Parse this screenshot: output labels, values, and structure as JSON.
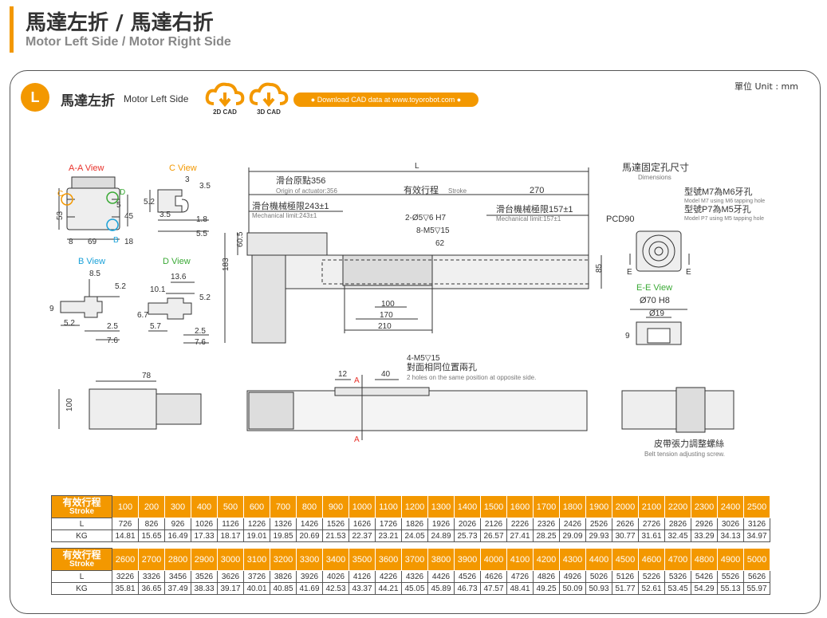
{
  "header": {
    "title_zh": "馬達左折 / 馬達右折",
    "title_en": "Motor Left Side / Motor Right Side"
  },
  "section": {
    "badge": "L",
    "title_zh": "馬達左折",
    "title_en": "Motor Left Side",
    "cad2d": "2D CAD",
    "cad3d": "3D CAD",
    "download": "● Download CAD data at www.toyorobot.com ●",
    "unit": "單位 Unit : mm"
  },
  "views": {
    "aa": "A-A View",
    "c": "C View",
    "b": "B View",
    "d": "D View",
    "ee": "E-E View",
    "dims_zh": "馬達固定孔尺寸",
    "dims_en": "Dimensions",
    "m7_zh": "型號M7為M6牙孔",
    "m7_en": "Model M7 using M6 tapping hole",
    "p7_zh": "型號P7為M5牙孔",
    "p7_en": "Model P7 using M5 tapping hole",
    "pcd": "PCD90",
    "phi70": "Ø70 H8",
    "phi19": "Ø19",
    "belt_zh": "皮帶張力調整螺絲",
    "belt_en": "Belt tension adjusting screw."
  },
  "main_dims": {
    "L": "L",
    "origin_zh": "滑台原點356",
    "origin_en": "Origin of actuator:356",
    "stroke_zh": "有效行程",
    "stroke_en": "Stroke",
    "d270": "270",
    "mech_left_zh": "滑台機械極限243±1",
    "mech_left_en": "Mechanical limit:243±1",
    "mech_right_zh": "滑台機械極限157±1",
    "mech_right_en": "Mechanical limit:157±1",
    "hole1": "2-Ø5▽6 H7",
    "hole2": "8-M5▽15",
    "d62": "62",
    "d100": "100",
    "d170": "170",
    "d210": "210",
    "d60_5": "60.5",
    "d183": "183",
    "d85": "85",
    "m5_2": "4-M5▽15",
    "opp_zh": "對面相同位置兩孔",
    "opp_en": "2 holes on the same position at opposite side.",
    "d12": "12",
    "d40": "40",
    "d78": "78",
    "d100b": "100",
    "a": "A",
    "e": "E",
    "d9": "9"
  },
  "small_dims": {
    "aa": [
      "53",
      "8",
      "69",
      "5",
      "45",
      "18"
    ],
    "c": [
      "3",
      "3.5",
      "5.2",
      "3.5",
      "1.8",
      "5.5"
    ],
    "b": [
      "8.5",
      "5.2",
      "9",
      "5.2",
      "2.5",
      "7.6"
    ],
    "d": [
      "13.6",
      "10.1",
      "5.2",
      "6.7",
      "5.7",
      "2.5",
      "7.6"
    ],
    "c_lbl": "C",
    "d_lbl": "D",
    "b_lbl": "B"
  },
  "spec_table": {
    "stroke_zh": "有效行程",
    "stroke_en": "Stroke",
    "row_L": "L",
    "row_KG": "KG",
    "block1": {
      "strokes": [
        "100",
        "200",
        "300",
        "400",
        "500",
        "600",
        "700",
        "800",
        "900",
        "1000",
        "1100",
        "1200",
        "1300",
        "1400",
        "1500",
        "1600",
        "1700",
        "1800",
        "1900",
        "2000",
        "2100",
        "2200",
        "2300",
        "2400",
        "2500"
      ],
      "L": [
        "726",
        "826",
        "926",
        "1026",
        "1126",
        "1226",
        "1326",
        "1426",
        "1526",
        "1626",
        "1726",
        "1826",
        "1926",
        "2026",
        "2126",
        "2226",
        "2326",
        "2426",
        "2526",
        "2626",
        "2726",
        "2826",
        "2926",
        "3026",
        "3126"
      ],
      "KG": [
        "14.81",
        "15.65",
        "16.49",
        "17.33",
        "18.17",
        "19.01",
        "19.85",
        "20.69",
        "21.53",
        "22.37",
        "23.21",
        "24.05",
        "24.89",
        "25.73",
        "26.57",
        "27.41",
        "28.25",
        "29.09",
        "29.93",
        "30.77",
        "31.61",
        "32.45",
        "33.29",
        "34.13",
        "34.97"
      ]
    },
    "block2": {
      "strokes": [
        "2600",
        "2700",
        "2800",
        "2900",
        "3000",
        "3100",
        "3200",
        "3300",
        "3400",
        "3500",
        "3600",
        "3700",
        "3800",
        "3900",
        "4000",
        "4100",
        "4200",
        "4300",
        "4400",
        "4500",
        "4600",
        "4700",
        "4800",
        "4900",
        "5000"
      ],
      "L": [
        "3226",
        "3326",
        "3456",
        "3526",
        "3626",
        "3726",
        "3826",
        "3926",
        "4026",
        "4126",
        "4226",
        "4326",
        "4426",
        "4526",
        "4626",
        "4726",
        "4826",
        "4926",
        "5026",
        "5126",
        "5226",
        "5326",
        "5426",
        "5526",
        "5626"
      ],
      "KG": [
        "35.81",
        "36.65",
        "37.49",
        "38.33",
        "39.17",
        "40.01",
        "40.85",
        "41.69",
        "42.53",
        "43.37",
        "44.21",
        "45.05",
        "45.89",
        "46.73",
        "47.57",
        "48.41",
        "49.25",
        "50.09",
        "50.93",
        "51.77",
        "52.61",
        "53.45",
        "54.29",
        "55.13",
        "55.97"
      ]
    }
  },
  "colors": {
    "accent": "#f39800",
    "red": "#e8312a",
    "green": "#3aa935",
    "blue": "#1aa1d8"
  }
}
